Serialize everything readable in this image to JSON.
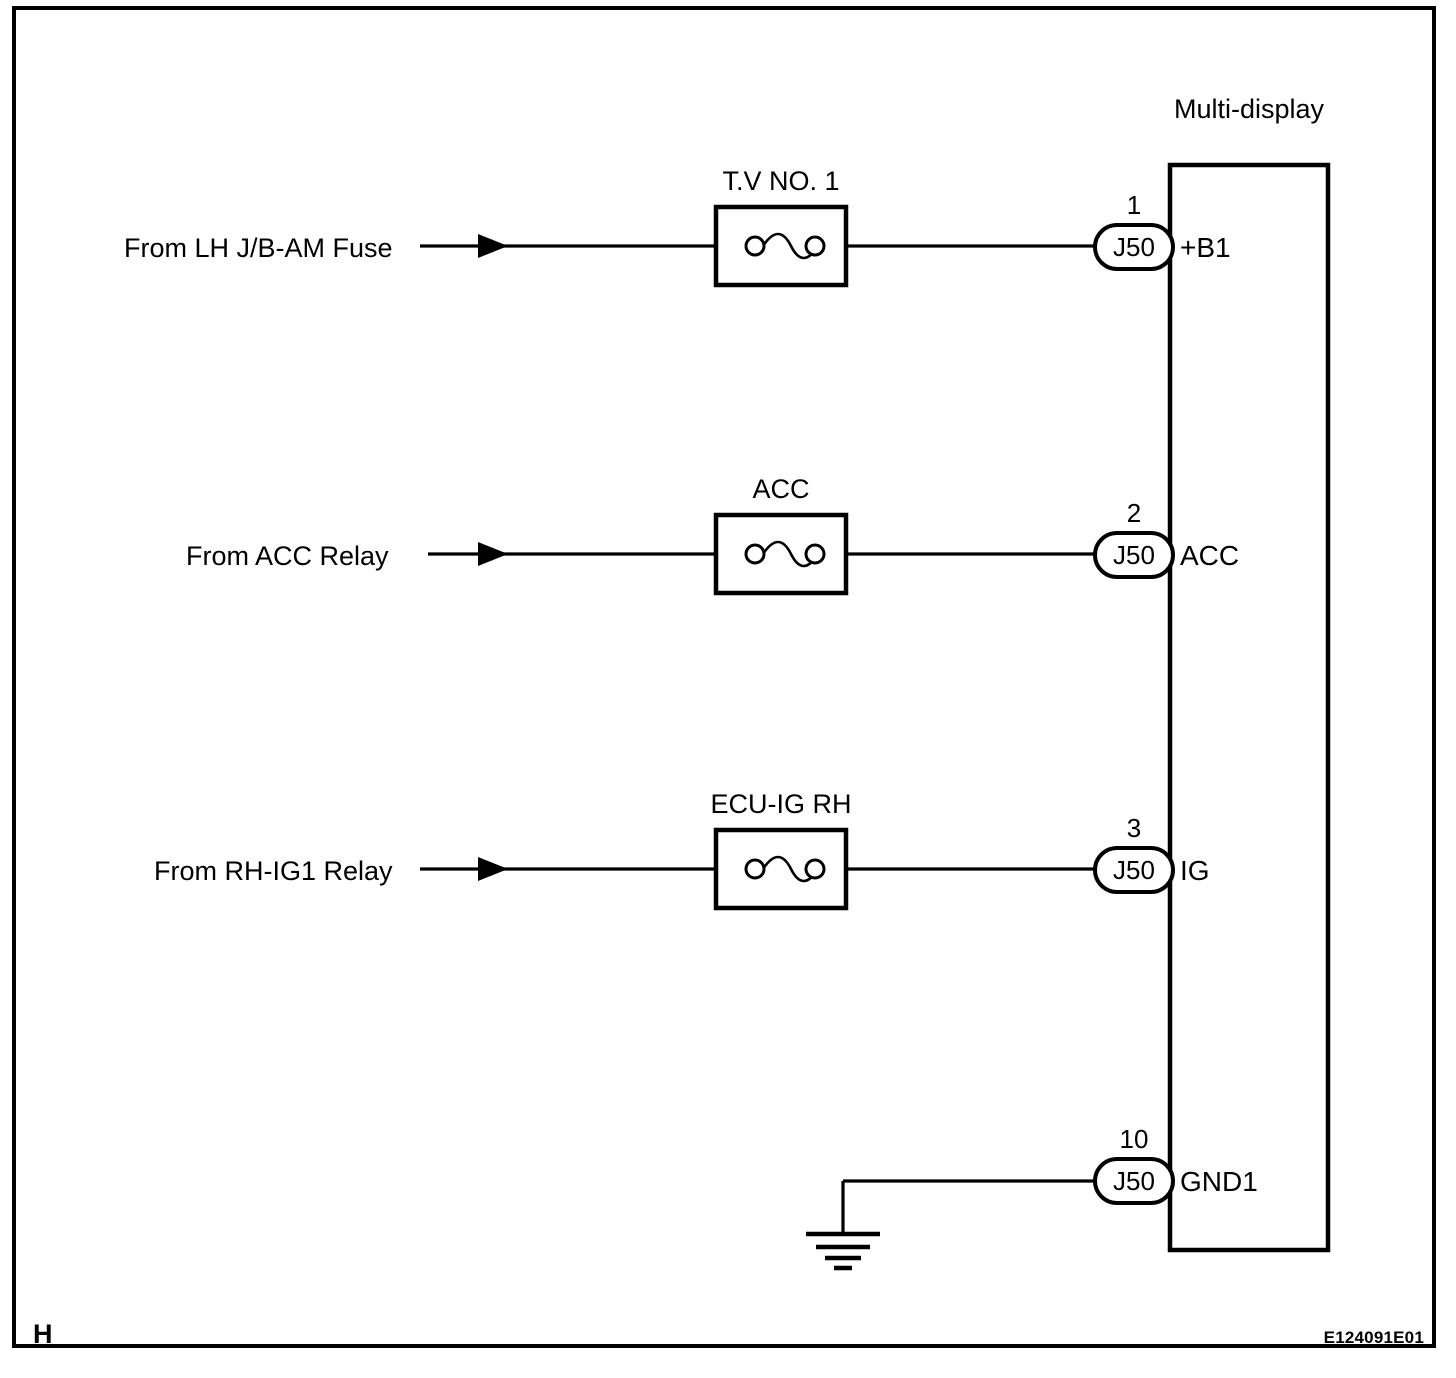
{
  "diagram": {
    "title": "Multi-display",
    "corner_label": "H",
    "reference_code": "E124091E01",
    "component_name": "Multi-display",
    "rows": [
      {
        "source_label": "From LH J/B-AM Fuse",
        "fuse_label": "T.V NO. 1",
        "pin_number": "1",
        "connector_label": "J50",
        "terminal_label": "+B1"
      },
      {
        "source_label": "From ACC Relay",
        "fuse_label": "ACC",
        "pin_number": "2",
        "connector_label": "J50",
        "terminal_label": "ACC"
      },
      {
        "source_label": "From RH-IG1 Relay",
        "fuse_label": "ECU-IG RH",
        "pin_number": "3",
        "connector_label": "J50",
        "terminal_label": "IG"
      }
    ],
    "ground_row": {
      "pin_number": "10",
      "connector_label": "J50",
      "terminal_label": "GND1",
      "symbol": "chassis-ground-icon"
    },
    "colors": {
      "line": "#000000",
      "background": "#ffffff",
      "text": "#000000"
    }
  }
}
